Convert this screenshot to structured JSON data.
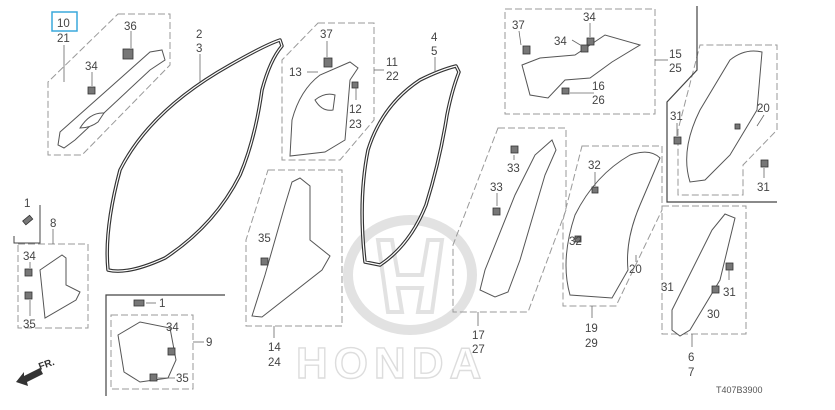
{
  "diagram": {
    "drawing_code": "T407B3900",
    "watermark": "HONDA",
    "front_indicator": "FR.",
    "highlight_color": "#3aa8dc",
    "selected_callout": "10",
    "callouts": {
      "c10": "10",
      "c21": "21",
      "c36": "36",
      "c34a": "34",
      "c2": "2",
      "c3": "3",
      "c37a": "37",
      "c13": "13",
      "c11": "11",
      "c22": "22",
      "c12": "12",
      "c23": "23",
      "c4": "4",
      "c5": "5",
      "c37b": "37",
      "c34b": "34",
      "c34c": "34",
      "c15": "15",
      "c25": "25",
      "c16": "16",
      "c26": "26",
      "c31a": "31",
      "c20a": "20",
      "c31b": "31",
      "c33a": "33",
      "c33b": "33",
      "c32a": "32",
      "c32b": "32",
      "c20b": "20",
      "c1a": "1",
      "c8": "8",
      "c34d": "34",
      "c35a": "35",
      "c35b": "35",
      "c1b": "1",
      "c9": "9",
      "c34e": "34",
      "c35c": "35",
      "c14": "14",
      "c24": "24",
      "c17": "17",
      "c27": "27",
      "c19": "19",
      "c29": "29",
      "c31c": "31",
      "c31d": "31",
      "c30": "30",
      "c6": "6",
      "c7": "7"
    }
  }
}
